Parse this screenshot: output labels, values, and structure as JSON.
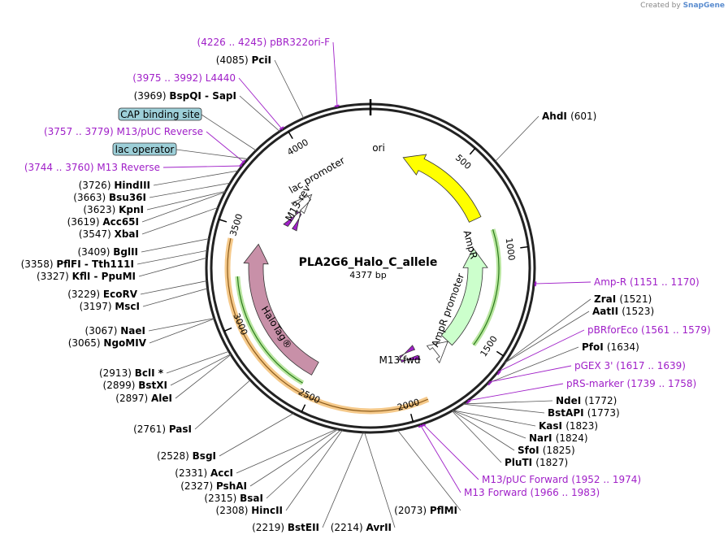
{
  "credit": {
    "prefix": "Created by",
    "brand": "SnapGene"
  },
  "plasmid": {
    "name": "PLA2G6_Halo_C_allele",
    "size": "4377 bp",
    "total_bp": 4377
  },
  "ticks": [
    {
      "bp": 500,
      "label": "500"
    },
    {
      "bp": 1000,
      "label": "1000"
    },
    {
      "bp": 1500,
      "label": "1500"
    },
    {
      "bp": 2000,
      "label": "2000"
    },
    {
      "bp": 2500,
      "label": "2500"
    },
    {
      "bp": 3000,
      "label": "3000"
    },
    {
      "bp": 3500,
      "label": "3500"
    },
    {
      "bp": 4000,
      "label": "4000"
    }
  ],
  "features": [
    {
      "name": "ori",
      "start": 200,
      "end": 790,
      "dir": "ccw",
      "color": "#ffff00",
      "label": "ori"
    },
    {
      "name": "AmpR",
      "start": 961,
      "end": 1621,
      "dir": "ccw",
      "color": "#ccffcc",
      "label": "AmpR"
    },
    {
      "name": "AmpR promoter",
      "start": 1622,
      "end": 1726,
      "dir": "ccw",
      "color": "#ffffff",
      "label": "AmpR promoter"
    },
    {
      "name": "HaloTag",
      "start": 2540,
      "end": 3430,
      "dir": "cw",
      "color": "#c890a8",
      "label": "HaloTag®"
    },
    {
      "name": "lac promoter",
      "start": 3878,
      "end": 3908,
      "dir": "cw",
      "color": "#ffffff",
      "label": "lac promoter"
    },
    {
      "name": "M13 rev",
      "start": 3744,
      "end": 3760,
      "dir": "cw",
      "color": "#a020c8",
      "label": "M13 rev"
    },
    {
      "name": "M13 fwd",
      "start": 1966,
      "end": 1983,
      "dir": "cw",
      "color": "#a020c8",
      "label": "M13 fwd"
    }
  ],
  "sites": [
    {
      "name": "PciI",
      "pos": "(4085)",
      "bp": 4085
    },
    {
      "name": "BspQI  -  SapI",
      "pos": "(3969)",
      "bp": 3969
    },
    {
      "name": "HindIII",
      "pos": "(3726)",
      "bp": 3726
    },
    {
      "name": "Bsu36I",
      "pos": "(3663)",
      "bp": 3663
    },
    {
      "name": "KpnI",
      "pos": "(3623)",
      "bp": 3623
    },
    {
      "name": "Acc65I",
      "pos": "(3619)",
      "bp": 3619
    },
    {
      "name": "XbaI",
      "pos": "(3547)",
      "bp": 3547
    },
    {
      "name": "BglII",
      "pos": "(3409)",
      "bp": 3409
    },
    {
      "name": "PflFI  -  Tth111I",
      "pos": "(3358)",
      "bp": 3358
    },
    {
      "name": "KflI  -  PpuMI",
      "pos": "(3327)",
      "bp": 3327
    },
    {
      "name": "EcoRV",
      "pos": "(3229)",
      "bp": 3229
    },
    {
      "name": "MscI",
      "pos": "(3197)",
      "bp": 3197
    },
    {
      "name": "NaeI",
      "pos": "(3067)",
      "bp": 3067
    },
    {
      "name": "NgoMIV",
      "pos": "(3065)",
      "bp": 3065
    },
    {
      "name": "BclI *",
      "pos": "(2913)",
      "bp": 2913
    },
    {
      "name": "BstXI",
      "pos": "(2899)",
      "bp": 2899
    },
    {
      "name": "AleI",
      "pos": "(2897)",
      "bp": 2897
    },
    {
      "name": "PasI",
      "pos": "(2761)",
      "bp": 2761
    },
    {
      "name": "BsgI",
      "pos": "(2528)",
      "bp": 2528
    },
    {
      "name": "AccI",
      "pos": "(2331)",
      "bp": 2331
    },
    {
      "name": "PshAI",
      "pos": "(2327)",
      "bp": 2327
    },
    {
      "name": "BsaI",
      "pos": "(2315)",
      "bp": 2315
    },
    {
      "name": "HincII",
      "pos": "(2308)",
      "bp": 2308
    },
    {
      "name": "BstEII",
      "pos": "(2219)",
      "bp": 2219
    },
    {
      "name": "AvrII",
      "pos": "(2214)",
      "bp": 2214
    },
    {
      "name": "PflMI",
      "pos": "(2073)",
      "bp": 2073
    },
    {
      "name": "AhdI",
      "pos": "(601)",
      "bp": 601
    },
    {
      "name": "ZraI",
      "pos": "(1521)",
      "bp": 1521
    },
    {
      "name": "AatII",
      "pos": "(1523)",
      "bp": 1523
    },
    {
      "name": "PfoI",
      "pos": "(1634)",
      "bp": 1634
    },
    {
      "name": "NdeI",
      "pos": "(1772)",
      "bp": 1772
    },
    {
      "name": "BstAPI",
      "pos": "(1773)",
      "bp": 1773
    },
    {
      "name": "KasI",
      "pos": "(1823)",
      "bp": 1823
    },
    {
      "name": "NarI",
      "pos": "(1824)",
      "bp": 1824
    },
    {
      "name": "SfoI",
      "pos": "(1825)",
      "bp": 1825
    },
    {
      "name": "PluTI",
      "pos": "(1827)",
      "bp": 1827
    }
  ],
  "primers": [
    {
      "name": "pBR322ori-F",
      "range": "(4226 .. 4245)",
      "bp": 4235
    },
    {
      "name": "L4440",
      "range": "(3975 .. 3992)",
      "bp": 3983
    },
    {
      "name": "M13/pUC Reverse",
      "range": "(3757 .. 3779)",
      "bp": 3768
    },
    {
      "name": "M13 Reverse",
      "range": "(3744 .. 3760)",
      "bp": 3752
    },
    {
      "name": "Amp-R",
      "range": "(1151 .. 1170)",
      "bp": 1160
    },
    {
      "name": "pBRforEco",
      "range": "(1561 .. 1579)",
      "bp": 1570
    },
    {
      "name": "pGEX 3'",
      "range": "(1617 .. 1639)",
      "bp": 1628
    },
    {
      "name": "pRS-marker",
      "range": "(1739 .. 1758)",
      "bp": 1748
    },
    {
      "name": "M13/pUC Forward",
      "range": "(1952 .. 1974)",
      "bp": 1963
    },
    {
      "name": "M13 Forward",
      "range": "(1966 .. 1983)",
      "bp": 1974
    }
  ],
  "boxed_labels": [
    {
      "name": "CAP binding site",
      "bp": 3840
    },
    {
      "name": "lac operator",
      "bp": 3790
    }
  ]
}
